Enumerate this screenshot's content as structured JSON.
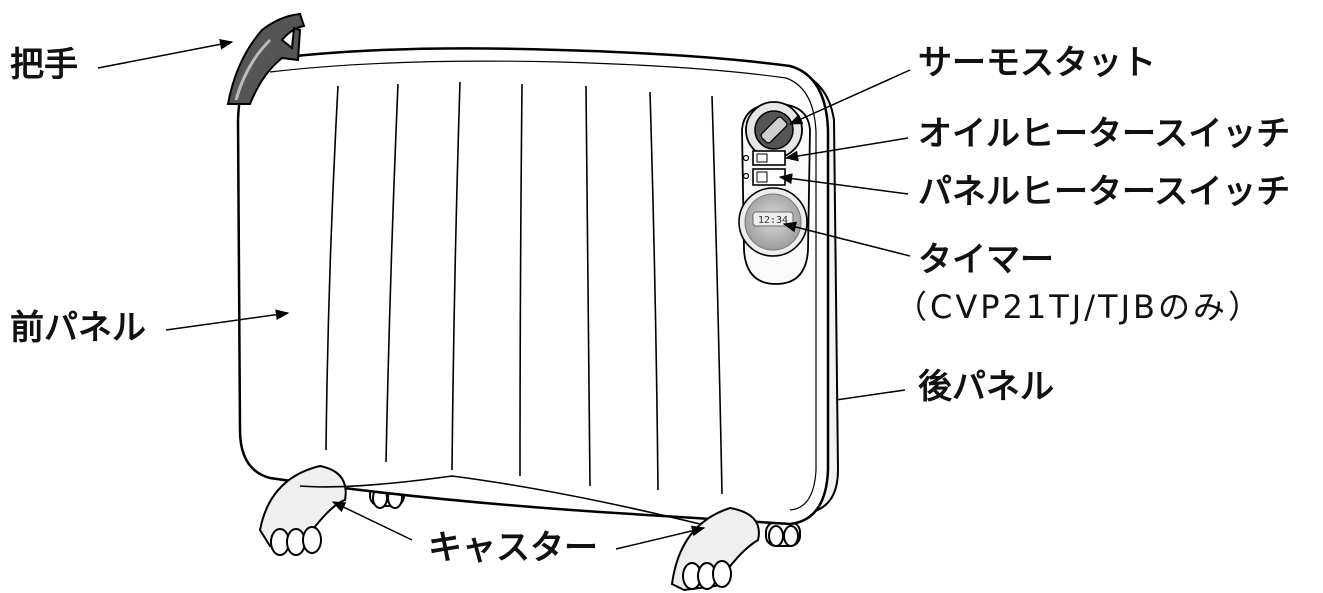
{
  "labels": {
    "handle": "把手",
    "thermostat": "サーモスタット",
    "oil_switch": "オイルヒータースイッチ",
    "panel_switch": "パネルヒータースイッチ",
    "timer": "タイマー",
    "timer_note": "（CVP21TJ/TJBのみ）",
    "front_panel": "前パネル",
    "rear_panel": "後パネル",
    "casters": "キャスター"
  },
  "timer_display": "12:34"
}
